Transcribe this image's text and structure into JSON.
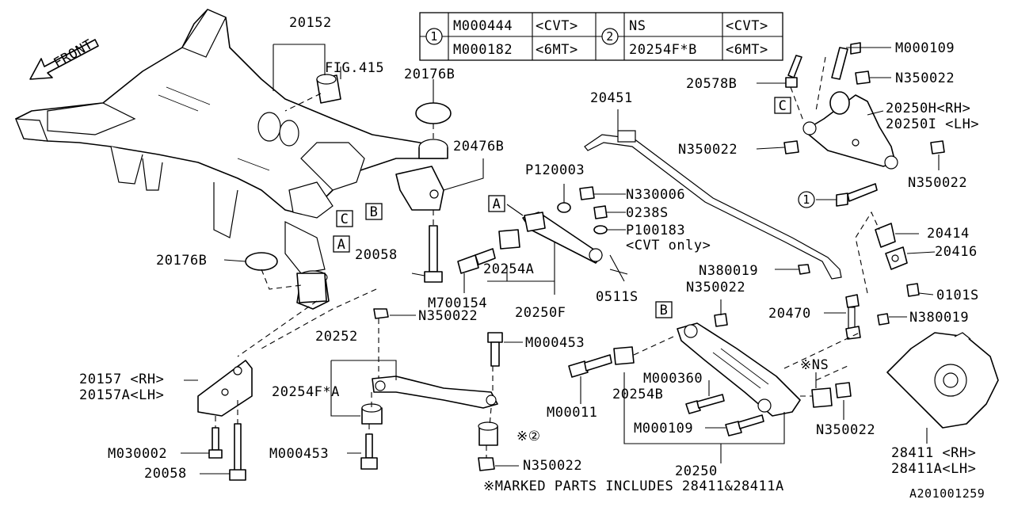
{
  "diagram_id": "A201001259",
  "front_label": "FRONT",
  "footnote": "※MARKED PARTS INCLUDES 28411&28411A",
  "legend": {
    "row1": {
      "marker": "1",
      "c1": "M000444",
      "c2": "<CVT>",
      "marker2": "2",
      "c3": "NS",
      "c4": "<CVT>"
    },
    "row2": {
      "c1": "M000182",
      "c2": "<6MT>",
      "c3": "20254F*B",
      "c4": "<6MT>"
    }
  },
  "callouts": {
    "c20152": "20152",
    "fig415": "FIG.415",
    "c20176b_top": "20176B",
    "c20476b": "20476B",
    "c20176b_left": "20176B",
    "c20058_mid": "20058",
    "p120003": "P120003",
    "n330006": "N330006",
    "c0238s": "0238S",
    "p100183": "P100183",
    "cvt_only": "<CVT only>",
    "c20254a": "20254A",
    "m700154": "M700154",
    "c20250f": "20250F",
    "c0511s": "0511S",
    "c20451": "20451",
    "m000109_top": "M000109",
    "c20578b": "20578B",
    "n350022_a": "N350022",
    "c20250h": "20250H<RH>",
    "c20250i": "20250I <LH>",
    "n350022_b": "N350022",
    "n350022_c": "N350022",
    "c20414": "20414",
    "c20416": "20416",
    "n380019_a": "N380019",
    "n350022_d": "N350022",
    "c0101s": "0101S",
    "c20470": "20470",
    "n380019_b": "N380019",
    "n350022_e": "N350022",
    "c20252": "20252",
    "m000453_a": "M000453",
    "c20254f_a": "20254F*A",
    "c20157": "20157 <RH>",
    "c20157a": "20157A<LH>",
    "m030002": "M030002",
    "c20058_bot": "20058",
    "m000453_b": "M000453",
    "mark2": "※②",
    "n350022_f": "N350022",
    "m000360": "M000360",
    "c20254b": "20254B",
    "m00011": "M00011",
    "ns_mark": "※NS",
    "m000109_bot": "M000109",
    "n350022_g": "N350022",
    "c20250": "20250",
    "c28411": "28411 <RH>",
    "c28411a": "28411A<LH>"
  },
  "ref_boxes": {
    "a": "A",
    "b": "B",
    "c": "C",
    "one": "1"
  }
}
